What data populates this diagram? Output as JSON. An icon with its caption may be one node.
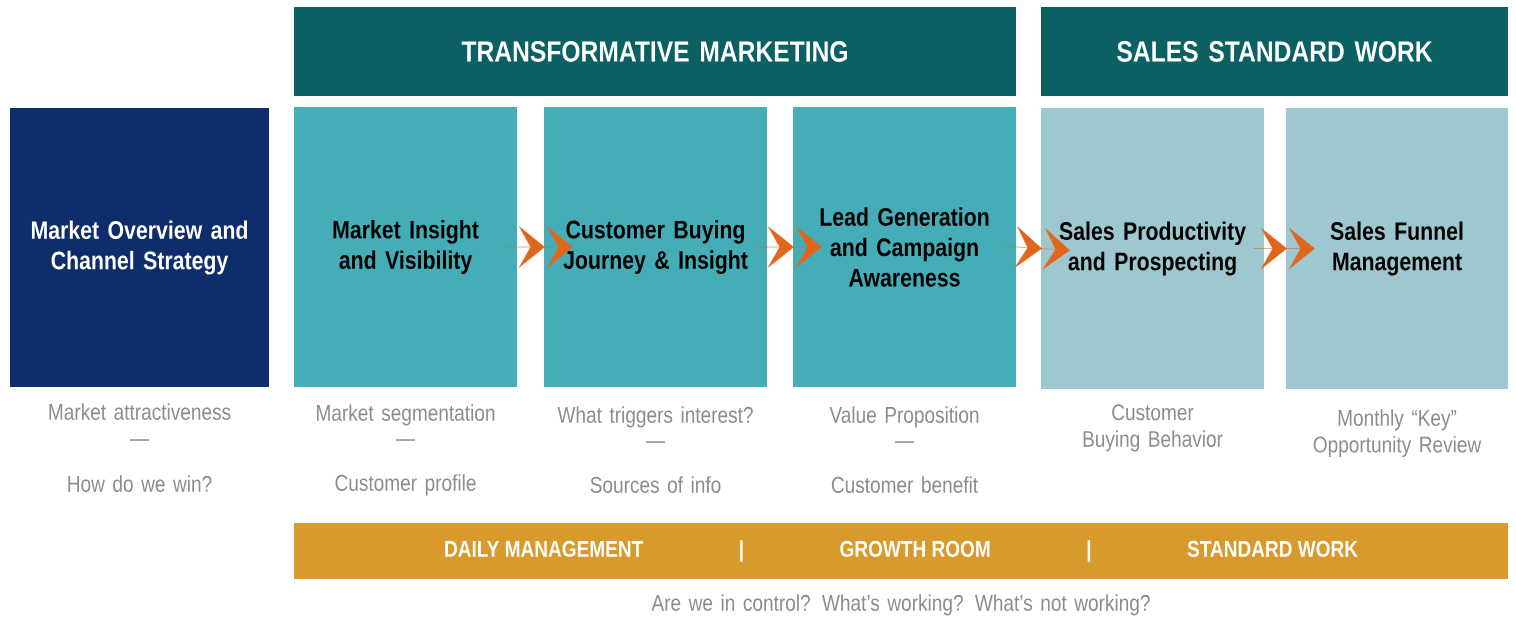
{
  "diagram": {
    "nodes": [
      {
        "text": [
          "TRANSFORMATIVE MARKETING"
        ]
      },
      {
        "text": [
          "SALES STANDARD WORK"
        ]
      },
      {
        "text": [
          "Market Overview and Channel Strategy"
        ],
        "beside": [
          "Market attractiveness",
          "—",
          "How do we win?"
        ]
      },
      {
        "text": [
          "Market Insight and Visibility"
        ],
        "beside": [
          "Market segmentation",
          "—",
          "Customer profile"
        ]
      },
      {
        "text": [
          "Customer Buying Journey & Insight"
        ],
        "beside": [
          "What triggers interest?",
          "—",
          "Sources of info"
        ]
      },
      {
        "text": [
          "Lead Generation and Campaign Awareness"
        ],
        "beside": [
          "Value Proposition",
          "—",
          "Customer benefit"
        ]
      },
      {
        "text": [
          "Sales Productivity and Prospecting"
        ],
        "beside": [
          "Customer Buying Behavior"
        ]
      },
      {
        "text": [
          "Sales Funnel Management"
        ],
        "beside": [
          "Monthly “Key” Opportunity Review"
        ]
      },
      {
        "text": [
          "DAILY MANAGEMENT",
          "|",
          "GROWTH ROOM",
          "|",
          "STANDARD WORK"
        ],
        "beside": [
          "Are we in control? What’s working? What’s not working?"
        ]
      }
    ],
    "edges": [
      {
        "from": 3,
        "to": 4,
        "arrow": "to"
      },
      {
        "from": 4,
        "to": 5,
        "arrow": "to"
      },
      {
        "from": 5,
        "to": 6,
        "arrow": "to"
      },
      {
        "from": 6,
        "to": 7,
        "arrow": "to"
      }
    ]
  }
}
